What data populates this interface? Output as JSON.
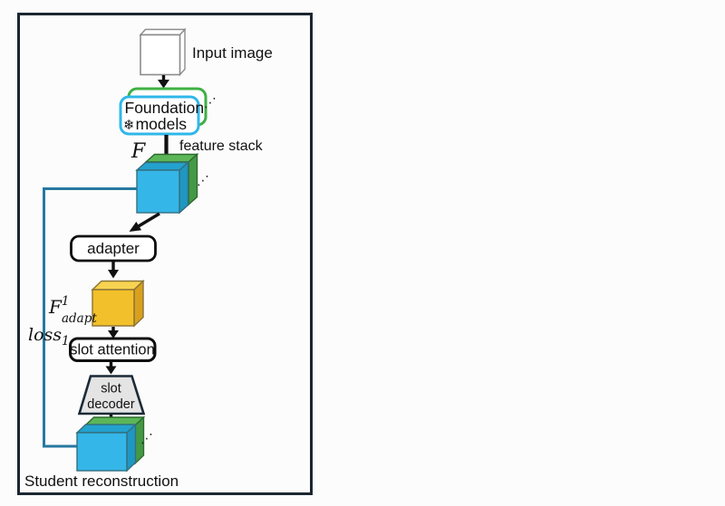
{
  "colors": {
    "background": "#fcfcfc",
    "frame_border": "#1b2631",
    "foundation_front_border": "#2fb7e9",
    "foundation_back_border": "#3fb044",
    "box_fill": "#ffffff",
    "box_border": "#0d0d0d",
    "input_border": "#8c8c8c",
    "cyan_front": "#35b6e8",
    "cyan_top": "#23a2cf",
    "cyan_side": "#1e97c2",
    "cyan_edge": "#33707f",
    "green_front": "#4caf50",
    "green_top": "#5cb657",
    "green_side": "#449a44",
    "green_edge": "#2e6b30",
    "yellow_front": "#f2c02a",
    "yellow_top": "#f7d352",
    "yellow_side": "#d9a01e",
    "yellow_edge": "#8a7436",
    "decoder_fill": "#e4e4e4",
    "decoder_border": "#1b2a36",
    "loss_line": "#2679a0",
    "arrow_black": "#111111"
  },
  "labels": {
    "input_image": "Input image",
    "foundation_line1": "Foundation",
    "frozen_icon": "❄",
    "foundation_line2": "models",
    "feature_symbol": "F",
    "feature_stack": "feature stack",
    "adapter": "adapter",
    "f_adapt_base": "F",
    "f_adapt_sup": "1",
    "f_adapt_sub": "adapt",
    "loss_base": "loss",
    "loss_sub": "1",
    "slot_attention": "slot attention",
    "slot_decoder_line1": "slot",
    "slot_decoder_line2": "decoder",
    "student_reconstruction": "Student reconstruction",
    "ellipsis": "⋰"
  }
}
